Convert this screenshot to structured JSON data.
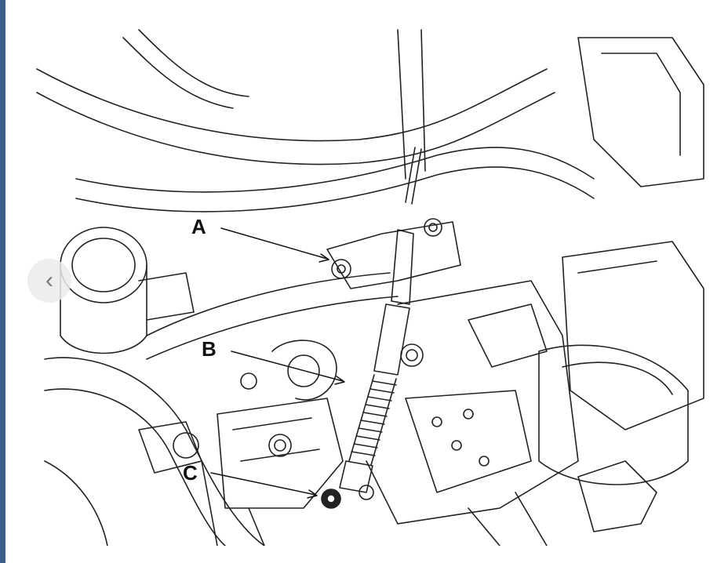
{
  "diagram": {
    "callouts": [
      {
        "id": "A",
        "label": "A"
      },
      {
        "id": "B",
        "label": "B"
      },
      {
        "id": "C",
        "label": "C"
      }
    ]
  },
  "nav": {
    "prev_icon": "‹"
  },
  "colors": {
    "line": "#222222",
    "rail": "#3d5f8a"
  }
}
